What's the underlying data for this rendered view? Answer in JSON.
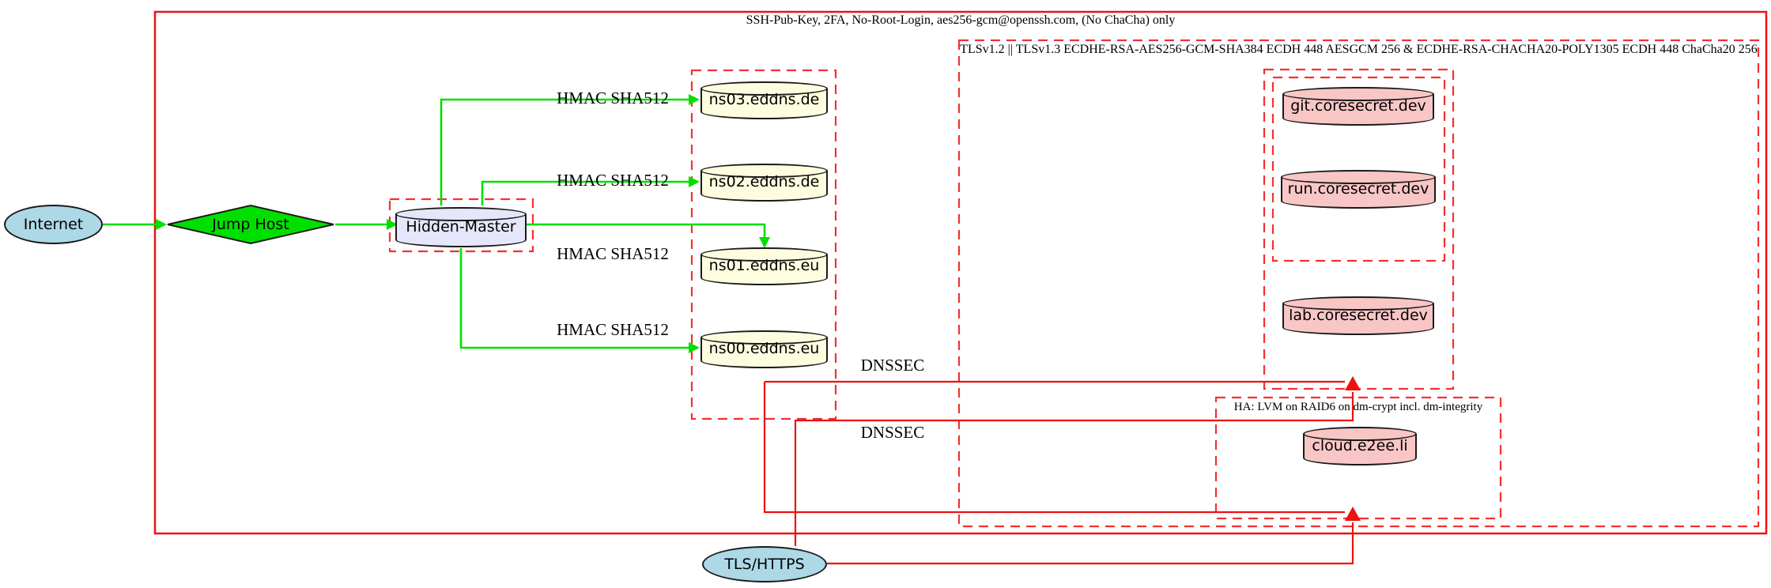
{
  "diagram": {
    "clusters": {
      "ssh": {
        "label": "SSH-Pub-Key, 2FA, No-Root-Login, aes256-gcm@openssh.com, (No ChaCha) only"
      },
      "tls": {
        "label": "TLSv1.2 || TLSv1.3 ECDHE-RSA-AES256-GCM-SHA384 ECDH 448 AESGCM 256 & ECDHE-RSA-CHACHA20-POLY1305 ECDH 448 ChaCha20 256"
      },
      "ha": {
        "label": "HA: LVM on RAID6 on dm-crypt incl. dm-integrity"
      }
    },
    "nodes": {
      "internet": {
        "label": "Internet",
        "shape": "ellipse",
        "fill": "#add8e6"
      },
      "jump_host": {
        "label": "Jump Host",
        "shape": "diamond",
        "fill": "#00e000"
      },
      "hidden_master": {
        "label": "Hidden-Master",
        "shape": "cylinder",
        "fill": "#e6e6fa"
      },
      "ns03": {
        "label": "ns03.eddns.de",
        "shape": "cylinder",
        "fill": "#fffde0"
      },
      "ns02": {
        "label": "ns02.eddns.de",
        "shape": "cylinder",
        "fill": "#fffde0"
      },
      "ns01": {
        "label": "ns01.eddns.eu",
        "shape": "cylinder",
        "fill": "#fffde0"
      },
      "ns00": {
        "label": "ns00.eddns.eu",
        "shape": "cylinder",
        "fill": "#fffde0"
      },
      "git": {
        "label": "git.coresecret.dev",
        "shape": "cylinder",
        "fill": "#f9c6c6"
      },
      "run": {
        "label": "run.coresecret.dev",
        "shape": "cylinder",
        "fill": "#f9c6c6"
      },
      "lab": {
        "label": "lab.coresecret.dev",
        "shape": "cylinder",
        "fill": "#f9c6c6"
      },
      "cloud": {
        "label": "cloud.e2ee.li",
        "shape": "cylinder",
        "fill": "#f9c6c6"
      },
      "tls_https": {
        "label": "TLS/HTTPS",
        "shape": "ellipse",
        "fill": "#add8e6"
      }
    },
    "edge_labels": {
      "hmac1": "HMAC SHA512",
      "hmac2": "HMAC SHA512",
      "hmac3": "HMAC SHA512",
      "hmac4": "HMAC SHA512",
      "dnssec1": "DNSSEC",
      "dnssec2": "DNSSEC"
    },
    "colors": {
      "secure_edge_green": "#00e000",
      "insecure_boundary_red": "#ee1111",
      "cluster_dashed_red": "#f53030"
    }
  }
}
